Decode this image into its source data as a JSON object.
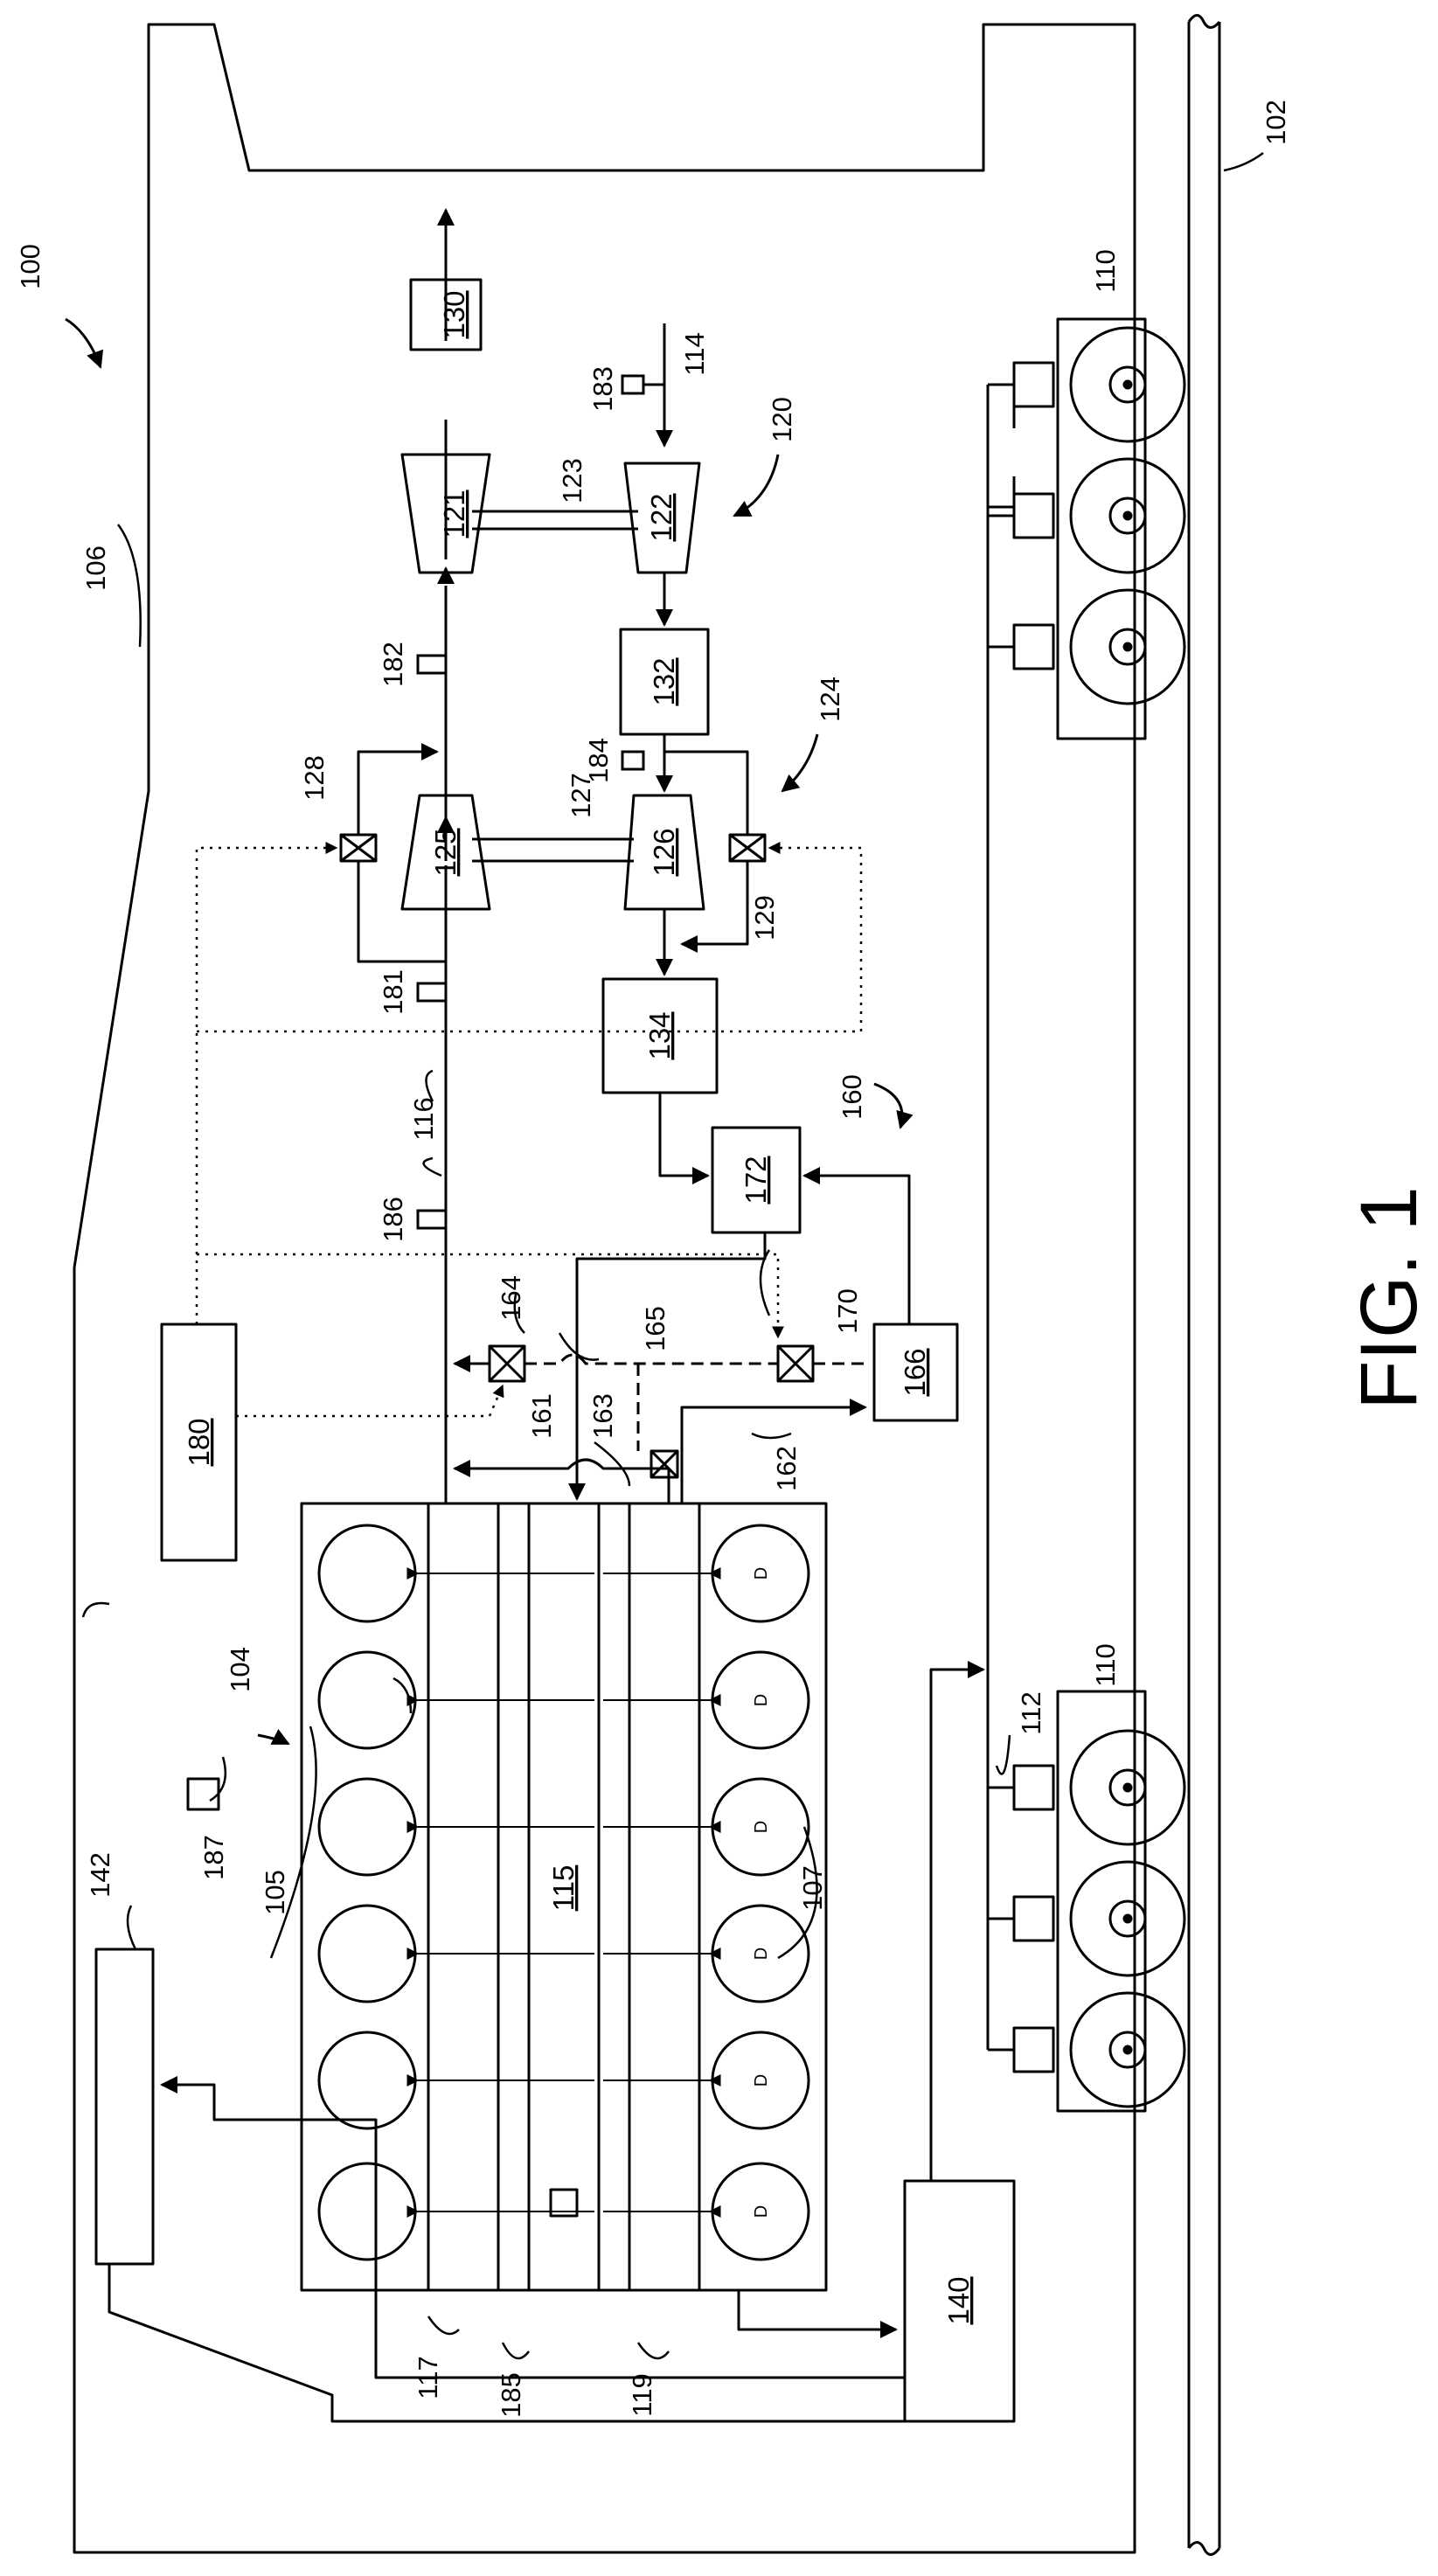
{
  "figure": {
    "title": "FIG. 1",
    "ref_vehicle": "100",
    "ref_rail": "102",
    "ref_engine": "104",
    "ref_cyl_left": "105",
    "ref_car_body": "106",
    "ref_cyl_right": "107",
    "ref_wheel_top": "110",
    "ref_wheel_bottom": "110",
    "ref_traction_motor": "112",
    "ref_intake": "114",
    "ref_exhaust": "116",
    "ref_bank_left": "117",
    "ref_bank_right": "119",
    "ref_turbo_stage_1": "120",
    "ref_shaft_1": "123",
    "ref_turbo_stage_2": "124",
    "ref_shaft_2": "127",
    "ref_valve_128": "128",
    "ref_valve_129": "129",
    "ref_generator": "140",
    "ref_radiator": "142",
    "ref_egr_system": "160",
    "ref_line_161": "161",
    "ref_line_162": "162",
    "ref_line_163": "163",
    "ref_valve_164": "164",
    "ref_line_165": "165",
    "ref_valve_170": "170",
    "ref_sensor_181": "181",
    "ref_sensor_182": "182",
    "ref_sensor_183": "183",
    "ref_sensor_184": "184",
    "ref_sensor_185": "185",
    "ref_sensor_186": "186",
    "ref_sensor_187": "187",
    "box_115": "115",
    "box_121": "121",
    "box_122": "122",
    "box_125": "125",
    "box_126": "126",
    "box_130": "130",
    "box_132": "132",
    "box_134": "134",
    "box_140": "140",
    "box_166": "166",
    "box_172": "172",
    "box_180": "180",
    "donor_cyl_label": "D"
  }
}
